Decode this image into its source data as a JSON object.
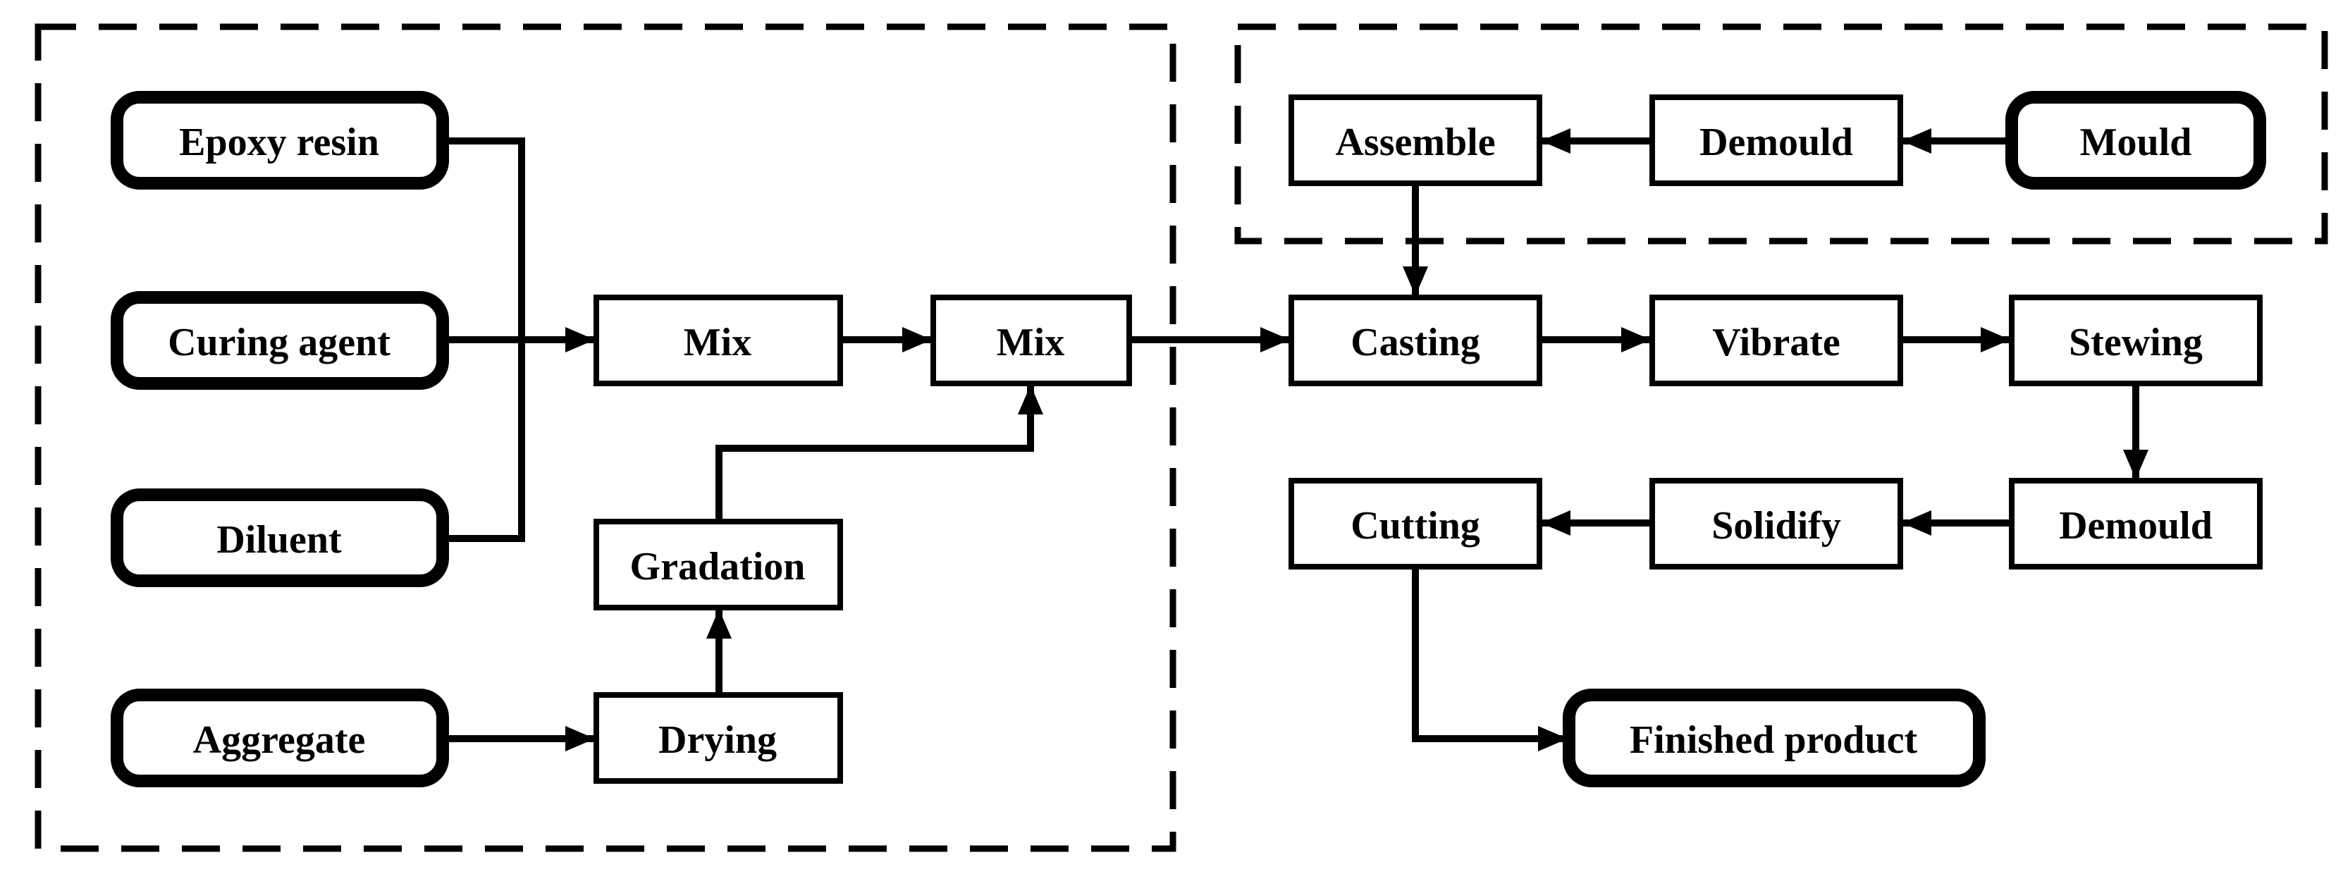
{
  "figure": {
    "type": "process-flowchart",
    "background_color": "#ffffff",
    "line_color": "#000000",
    "groups": [
      {
        "id": "materials_preparation",
        "border_style": "dashed",
        "contains": [
          "epoxy_resin",
          "curing_agent",
          "diluent",
          "aggregate",
          "mix_1",
          "mix_2",
          "gradation",
          "drying"
        ]
      },
      {
        "id": "mould_preparation",
        "border_style": "dashed",
        "contains": [
          "assemble",
          "demould_top",
          "mould"
        ]
      }
    ],
    "nodes": {
      "epoxy_resin": {
        "label": "Epoxy resin",
        "shape": "rounded-bold"
      },
      "curing_agent": {
        "label": "Curing agent",
        "shape": "rounded-bold"
      },
      "diluent": {
        "label": "Diluent",
        "shape": "rounded-bold"
      },
      "aggregate": {
        "label": "Aggregate",
        "shape": "rounded-bold"
      },
      "mix_1": {
        "label": "Mix",
        "shape": "rectangle"
      },
      "mix_2": {
        "label": "Mix",
        "shape": "rectangle"
      },
      "gradation": {
        "label": "Gradation",
        "shape": "rectangle"
      },
      "drying": {
        "label": "Drying",
        "shape": "rectangle"
      },
      "assemble": {
        "label": "Assemble",
        "shape": "rectangle"
      },
      "demould_top": {
        "label": "Demould",
        "shape": "rectangle"
      },
      "mould": {
        "label": "Mould",
        "shape": "rounded-bold"
      },
      "casting": {
        "label": "Casting",
        "shape": "rectangle"
      },
      "vibrate": {
        "label": "Vibrate",
        "shape": "rectangle"
      },
      "stewing": {
        "label": "Stewing",
        "shape": "rectangle"
      },
      "demould_bottom": {
        "label": "Demould",
        "shape": "rectangle"
      },
      "solidify": {
        "label": "Solidify",
        "shape": "rectangle"
      },
      "cutting": {
        "label": "Cutting",
        "shape": "rectangle"
      },
      "finished_product": {
        "label": "Finished product",
        "shape": "rounded-bold"
      }
    },
    "edges": [
      {
        "from": "epoxy_resin",
        "to": "mix_1"
      },
      {
        "from": "curing_agent",
        "to": "mix_1"
      },
      {
        "from": "diluent",
        "to": "mix_1"
      },
      {
        "from": "aggregate",
        "to": "drying"
      },
      {
        "from": "drying",
        "to": "gradation"
      },
      {
        "from": "gradation",
        "to": "mix_2"
      },
      {
        "from": "mix_1",
        "to": "mix_2"
      },
      {
        "from": "mix_2",
        "to": "casting"
      },
      {
        "from": "mould",
        "to": "demould_top"
      },
      {
        "from": "demould_top",
        "to": "assemble"
      },
      {
        "from": "assemble",
        "to": "casting"
      },
      {
        "from": "casting",
        "to": "vibrate"
      },
      {
        "from": "vibrate",
        "to": "stewing"
      },
      {
        "from": "stewing",
        "to": "demould_bottom"
      },
      {
        "from": "demould_bottom",
        "to": "solidify"
      },
      {
        "from": "solidify",
        "to": "cutting"
      },
      {
        "from": "cutting",
        "to": "finished_product"
      }
    ]
  }
}
